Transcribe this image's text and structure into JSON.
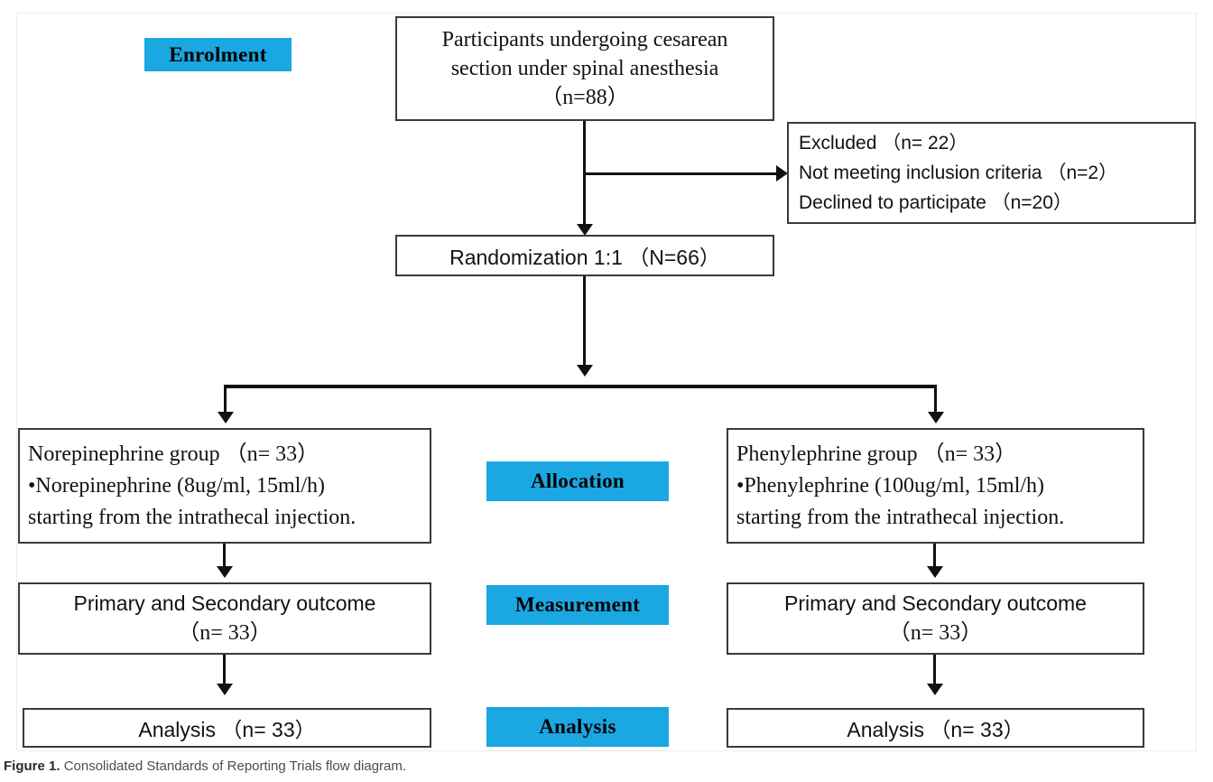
{
  "figure": {
    "caption_label": "Figure 1.",
    "caption_text": "Consolidated Standards of Reporting Trials flow diagram."
  },
  "colors": {
    "stage_highlight": "#1BA7E2",
    "box_border": "#3a3a3a",
    "connector": "#111111",
    "text": "#121212"
  },
  "stages": {
    "enrolment": "Enrolment",
    "allocation": "Allocation",
    "measurement": "Measurement",
    "analysis": "Analysis"
  },
  "nodes": {
    "enrollment_box": {
      "line1": "Participants undergoing cesarean",
      "line2": "section under spinal anesthesia",
      "line3": "（n=88）"
    },
    "excluded_box": {
      "line1": "Excluded （n= 22）",
      "line2": "Not meeting inclusion criteria （n=2）",
      "line3": "Declined to participate （n=20）"
    },
    "randomization_box": {
      "text": "Randomization 1:1 （N=66）"
    },
    "left_allocation_box": {
      "line1": "Norepinephrine group （n= 33）",
      "line2": "•Norepinephrine (8ug/ml, 15ml/h)",
      "line3": "starting from the intrathecal injection."
    },
    "right_allocation_box": {
      "line1": "Phenylephrine group （n= 33）",
      "line2": "•Phenylephrine (100ug/ml, 15ml/h)",
      "line3": "starting from the intrathecal injection."
    },
    "left_outcome_box": {
      "line1": "Primary and Secondary outcome",
      "line2": "（n= 33）"
    },
    "right_outcome_box": {
      "line1": "Primary and Secondary outcome",
      "line2": "（n= 33）"
    },
    "left_analysis_box": {
      "text": "Analysis （n= 33）"
    },
    "right_analysis_box": {
      "text": "Analysis （n= 33）"
    }
  }
}
